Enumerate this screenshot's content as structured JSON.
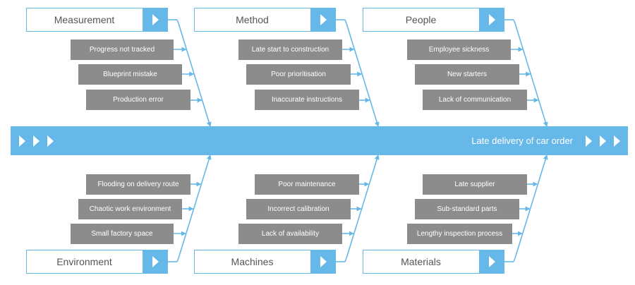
{
  "effect": "Late delivery of car order",
  "categories": [
    {
      "label": "Measurement",
      "causes": [
        "Progress not tracked",
        "Blueprint mistake",
        "Production error"
      ]
    },
    {
      "label": "Method",
      "causes": [
        "Late start to construction",
        "Poor prioritisation",
        "Inaccurate instructions"
      ]
    },
    {
      "label": "People",
      "causes": [
        "Employee sickness",
        "New starters",
        "Lack of communication"
      ]
    },
    {
      "label": "Environment",
      "causes": [
        "Flooding on delivery route",
        "Chaotic work environment",
        "Small factory space"
      ]
    },
    {
      "label": "Machines",
      "causes": [
        "Poor maintenance",
        "Incorrect calibration",
        "Lack of availability"
      ]
    },
    {
      "label": "Materials",
      "causes": [
        "Late supplier",
        "Sub-standard parts",
        "Lengthy inspection process"
      ]
    }
  ],
  "colors": {
    "bone": "#66b8e8",
    "cause_box": "#8c8c8c",
    "category_text": "#555555"
  }
}
